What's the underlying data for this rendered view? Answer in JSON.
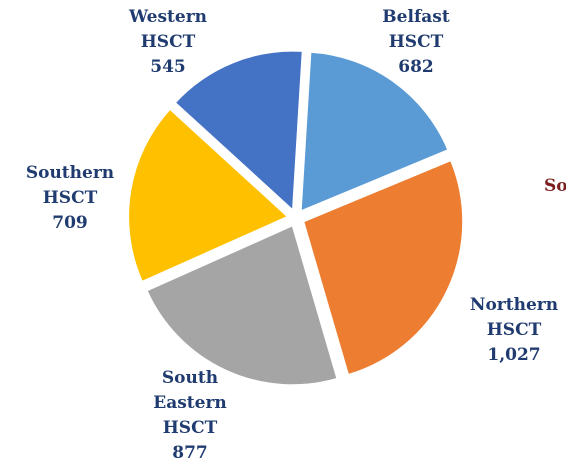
{
  "chart_data": {
    "type": "pie",
    "title": "",
    "slices": [
      {
        "label_lines": [
          "Belfast",
          "HSCT"
        ],
        "value_text": "682",
        "value": 682,
        "color": "#5b9bd5"
      },
      {
        "label_lines": [
          "Northern",
          "HSCT"
        ],
        "value_text": "1,027",
        "value": 1027,
        "color": "#ed7d31"
      },
      {
        "label_lines": [
          "South",
          "Eastern",
          "HSCT"
        ],
        "value_text": "877",
        "value": 877,
        "color": "#a5a5a5"
      },
      {
        "label_lines": [
          "Southern",
          "HSCT"
        ],
        "value_text": "709",
        "value": 709,
        "color": "#ffc000"
      },
      {
        "label_lines": [
          "Western",
          "HSCT"
        ],
        "value_text": "545",
        "value": 545,
        "color": "#4472c4"
      }
    ],
    "exploded": true,
    "legend": "none"
  },
  "fragment_text": "So"
}
